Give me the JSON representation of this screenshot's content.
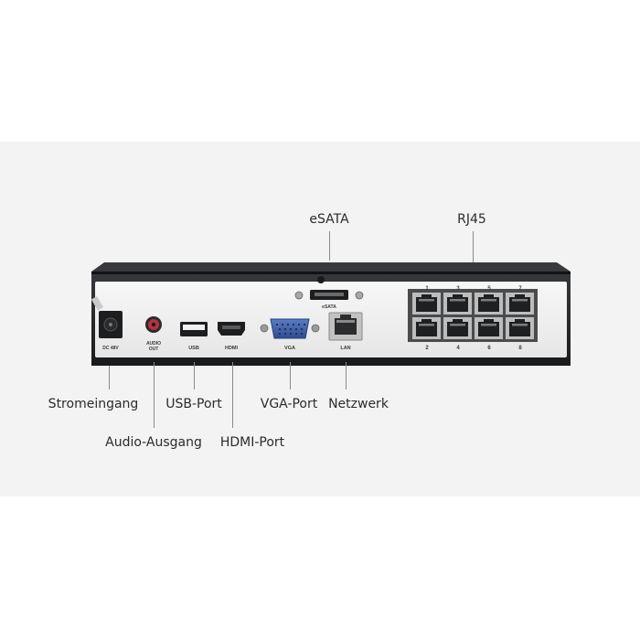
{
  "callouts": {
    "esata": "eSATA",
    "rj45": "RJ45",
    "power": "Stromeingang",
    "usb": "USB-Port",
    "vga": "VGA-Port",
    "network": "Netzwerk",
    "audio": "Audio-Ausgang",
    "hdmi": "HDMI-Port"
  },
  "panel_labels": {
    "dc": "DC 48V",
    "audio_line1": "AUDIO",
    "audio_line2": "OUT",
    "usb": "USB",
    "hdmi": "HDMI",
    "vga": "VGA",
    "lan": "LAN",
    "esata": "eSATA",
    "poe_top": [
      "1",
      "3",
      "5",
      "7"
    ],
    "poe_bottom": [
      "2",
      "4",
      "6",
      "8"
    ]
  },
  "colors": {
    "band": "#f3f3f3",
    "chassis": "#1e1f21",
    "panel": "#f2f2f2",
    "vga_blue": "#3d5fa8",
    "audio_red": "#b8323a"
  }
}
